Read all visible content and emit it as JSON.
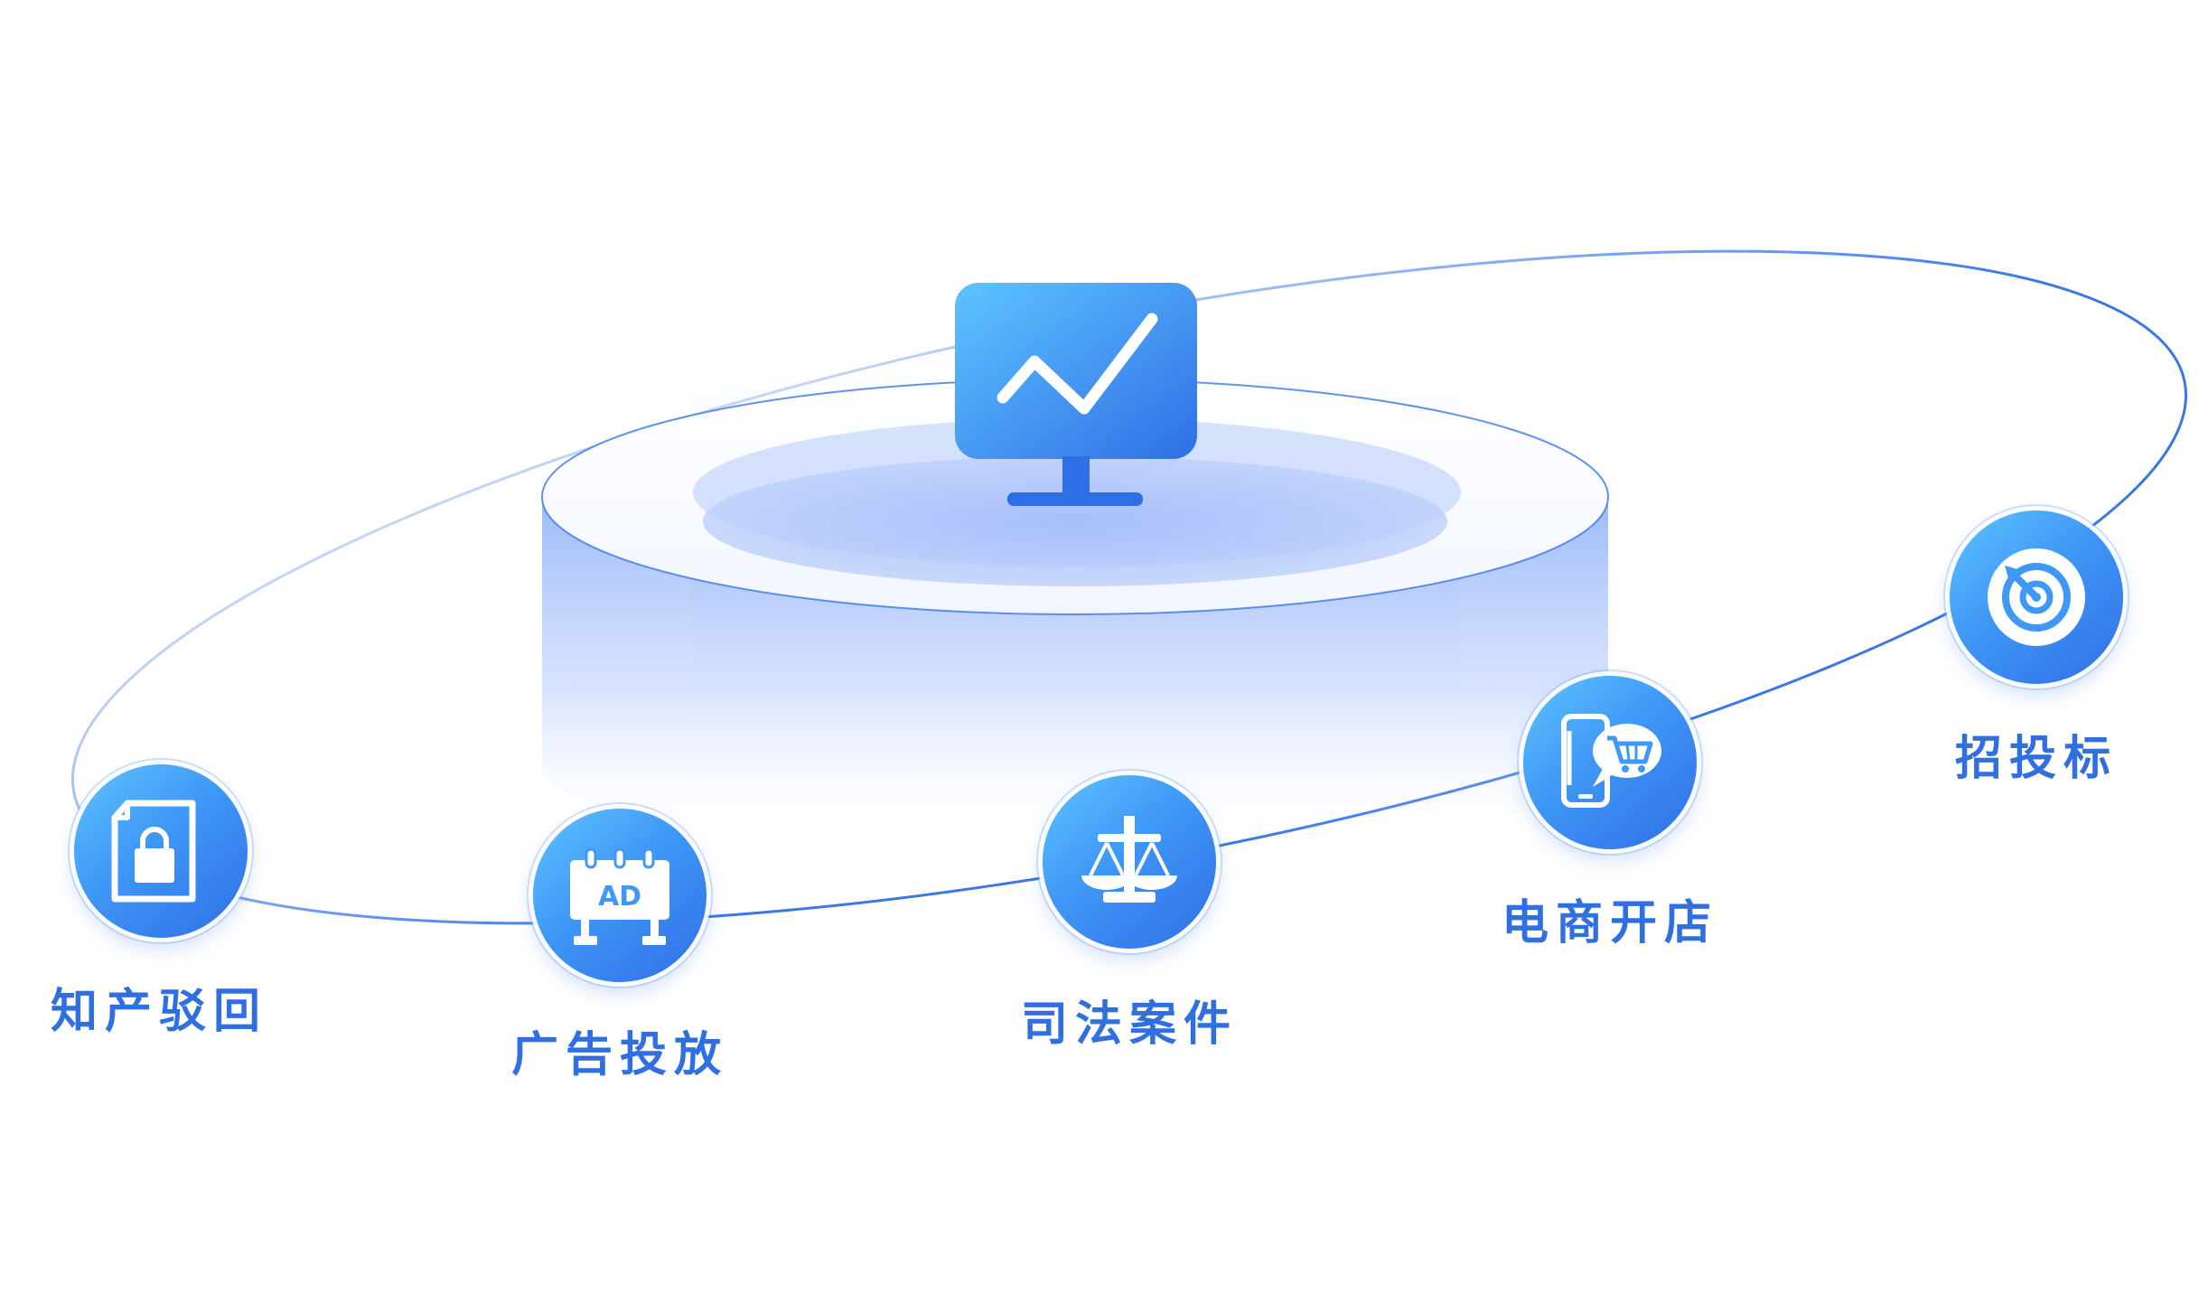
{
  "diagram": {
    "center": {
      "icon": "monitor-trend-icon"
    },
    "nodes": [
      {
        "id": "ip",
        "label": "知产驳回",
        "icon": "document-bag-icon"
      },
      {
        "id": "ad",
        "label": "广告投放",
        "icon": "ad-billboard-icon"
      },
      {
        "id": "judicial",
        "label": "司法案件",
        "icon": "scales-icon"
      },
      {
        "id": "ecommerce",
        "label": "电商开店",
        "icon": "phone-cart-icon"
      },
      {
        "id": "bidding",
        "label": "招投标",
        "icon": "target-icon"
      }
    ]
  },
  "colors": {
    "accent": "#2f6fe0",
    "gradient_light": "#5ec4ff",
    "gradient_dark": "#2f6fe6",
    "orbit": "#3a78e6"
  }
}
